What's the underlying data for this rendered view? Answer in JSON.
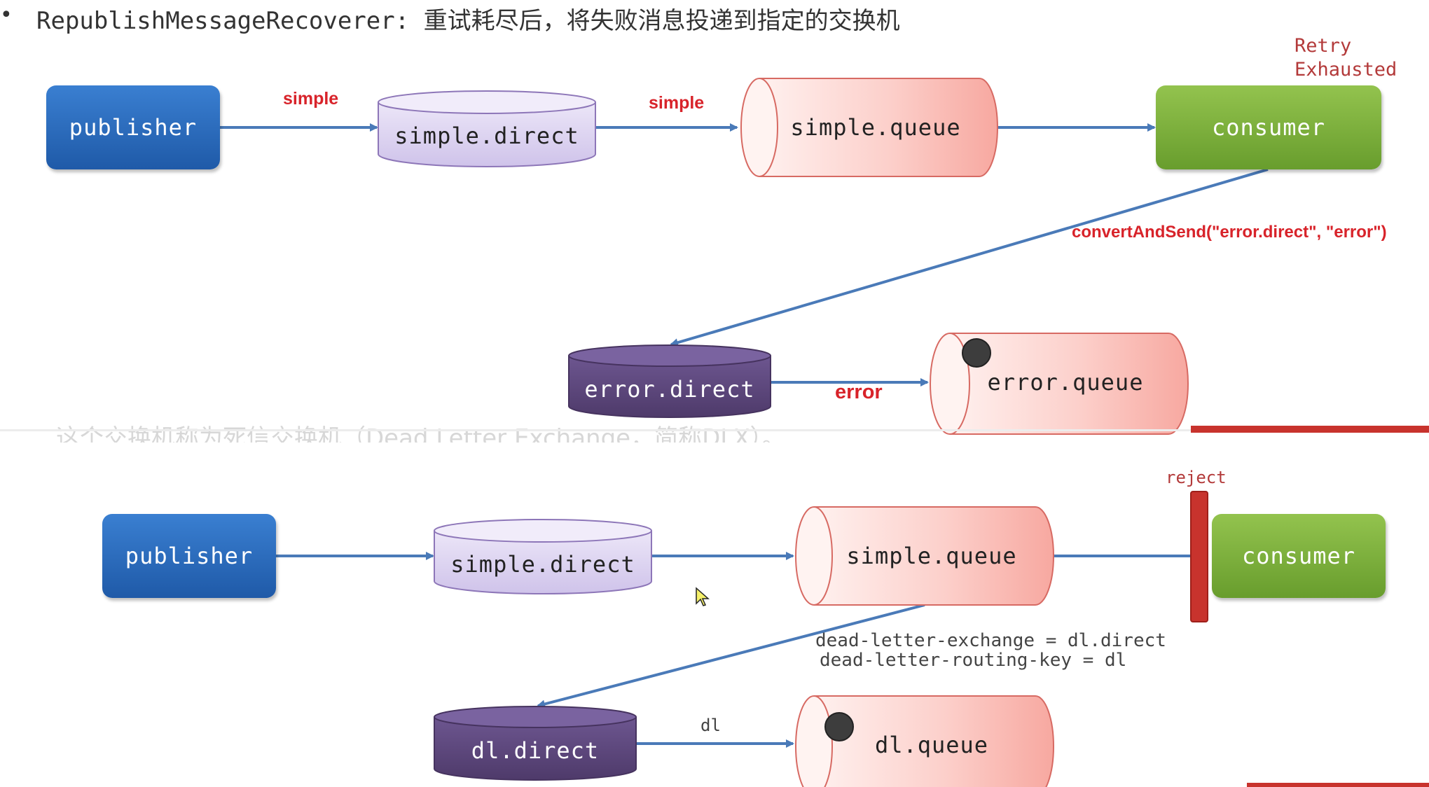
{
  "header": {
    "bullet": "•",
    "text": "RepublishMessageRecoverer: 重试耗尽后，将失败消息投递到指定的交换机"
  },
  "top": {
    "publisher": "publisher",
    "exchange": "simple.direct",
    "queue": "simple.queue",
    "consumer": "consumer",
    "error_exchange": "error.direct",
    "error_queue": "error.queue",
    "edge_label_1": "simple",
    "edge_label_2": "simple",
    "retry_label_line1": "Retry",
    "retry_label_line2": "Exhausted",
    "convert_label": "convertAndSend(\"error.direct\", \"error\")",
    "error_key": "error"
  },
  "bottom": {
    "partial_text": "这个交换机称为死信交换机（Dead Letter Exchange，简称DLX）。",
    "publisher": "publisher",
    "exchange": "simple.direct",
    "queue": "simple.queue",
    "consumer": "consumer",
    "reject_label": "reject",
    "dlx_line1": "dead-letter-exchange = dl.direct",
    "dlx_line2": "dead-letter-routing-key = dl",
    "dl_exchange": "dl.direct",
    "dl_queue": "dl.queue",
    "dl_key": "dl"
  },
  "colors": {
    "arrow": "#4a7ab8",
    "label_red": "#d8232a",
    "exchange_light": "#dcd3f0",
    "exchange_dark": "#5d4679",
    "queue_pink": "#fbd3cf",
    "blue_box": "#2a6bbf",
    "green_box": "#7eb33f",
    "reject_bar": "#c8332d"
  }
}
